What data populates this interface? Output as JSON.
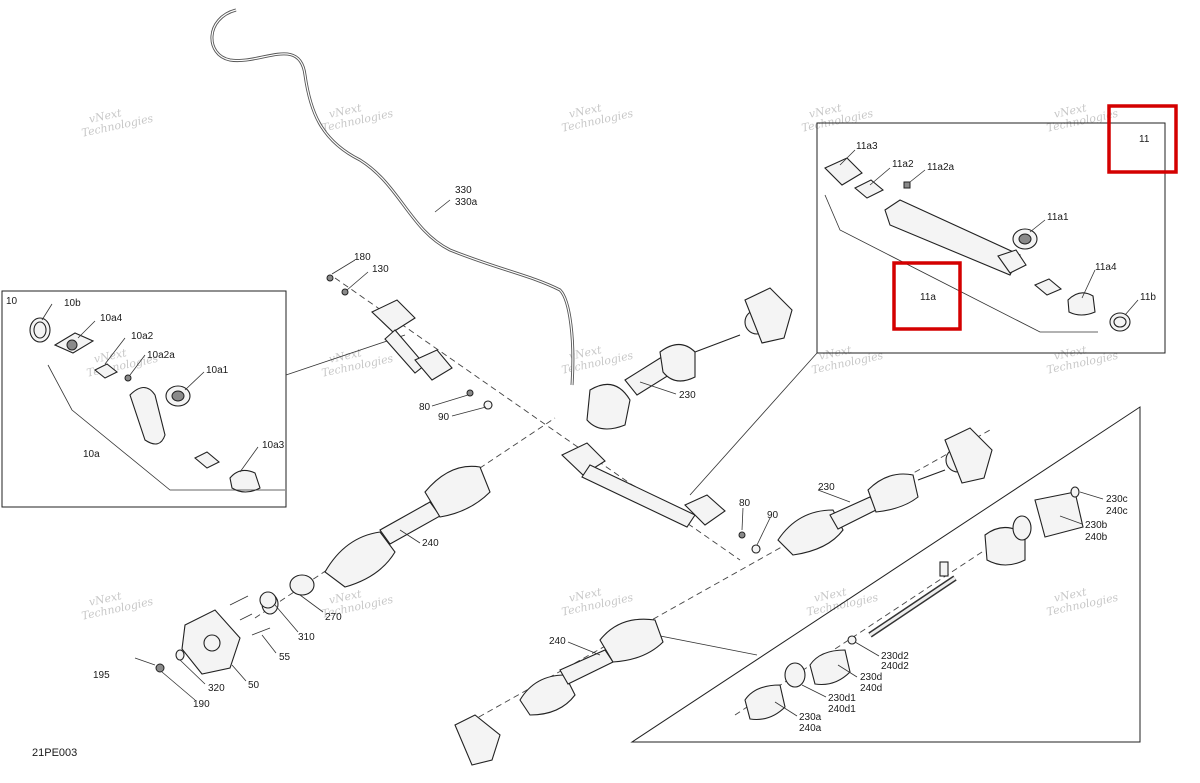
{
  "diagram_code": "21PE003",
  "watermark": [
    "vNext",
    "Technologies"
  ],
  "highlight_color": "#d40000",
  "callouts": {
    "p10": "10",
    "p10b": "10b",
    "p10a4": "10a4",
    "p10a2": "10a2",
    "p10a2a": "10a2a",
    "p10a1": "10a1",
    "p10a": "10a",
    "p10a3": "10a3",
    "p11": "11",
    "p11a3": "11a3",
    "p11a2": "11a2",
    "p11a2a": "11a2a",
    "p11a1": "11a1",
    "p11a4": "11a4",
    "p11a": "11a",
    "p11b": "11b",
    "p330": "330",
    "p330a": "330a",
    "p180": "180",
    "p130": "130",
    "p80a": "80",
    "p90a": "90",
    "p80b": "80",
    "p90b": "90",
    "p230a": "230",
    "p230b": "230",
    "p240a": "240",
    "p240b": "240",
    "p270": "270",
    "p310": "310",
    "p55": "55",
    "p50": "50",
    "p195": "195",
    "p320": "320",
    "p190": "190",
    "p230c": "230c",
    "p240c": "240c",
    "p230b2": "230b",
    "p240b2": "240b",
    "p230d2": "230d2",
    "p240d2": "240d2",
    "p230d": "230d",
    "p240d": "240d",
    "p230d1": "230d1",
    "p240d1": "240d1",
    "p230aa": "230a",
    "p240aa": "240a"
  }
}
